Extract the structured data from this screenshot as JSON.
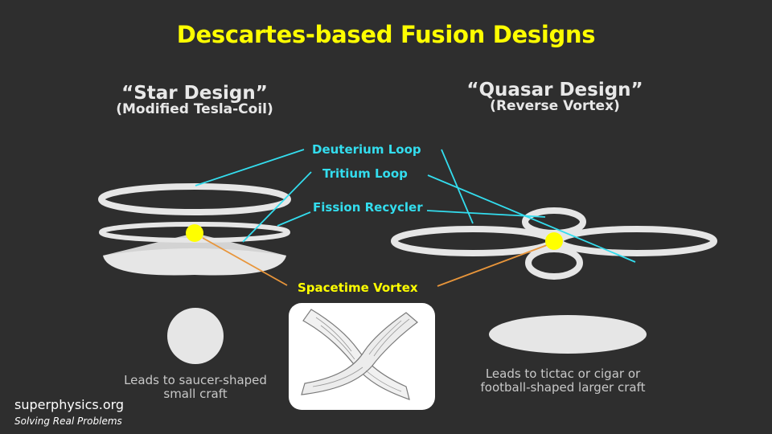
{
  "title": "Descartes-based Fusion Designs",
  "star": {
    "title": "“Star Design”",
    "subtitle": "(Modified Tesla-Coil)",
    "caption_line1": "Leads to saucer-shaped",
    "caption_line2": "small craft"
  },
  "quasar": {
    "title": "“Quasar Design”",
    "subtitle": "(Reverse Vortex)",
    "caption_line1": "Leads to tictac or cigar or",
    "caption_line2": "football-shaped larger craft"
  },
  "labels": {
    "deuterium": "Deuterium Loop",
    "tritium": "Tritium Loop",
    "fission": "Fission Recycler",
    "vortex": "Spacetime Vortex"
  },
  "footer": {
    "site": "superphysics.org",
    "tagline": "Solving Real Problems"
  },
  "colors": {
    "background": "#2e2e2e",
    "title": "#ffff00",
    "label": "#33ddee",
    "leader_vortex": "#e8953a",
    "shape": "#e6e6e6",
    "core": "#ffff00"
  }
}
